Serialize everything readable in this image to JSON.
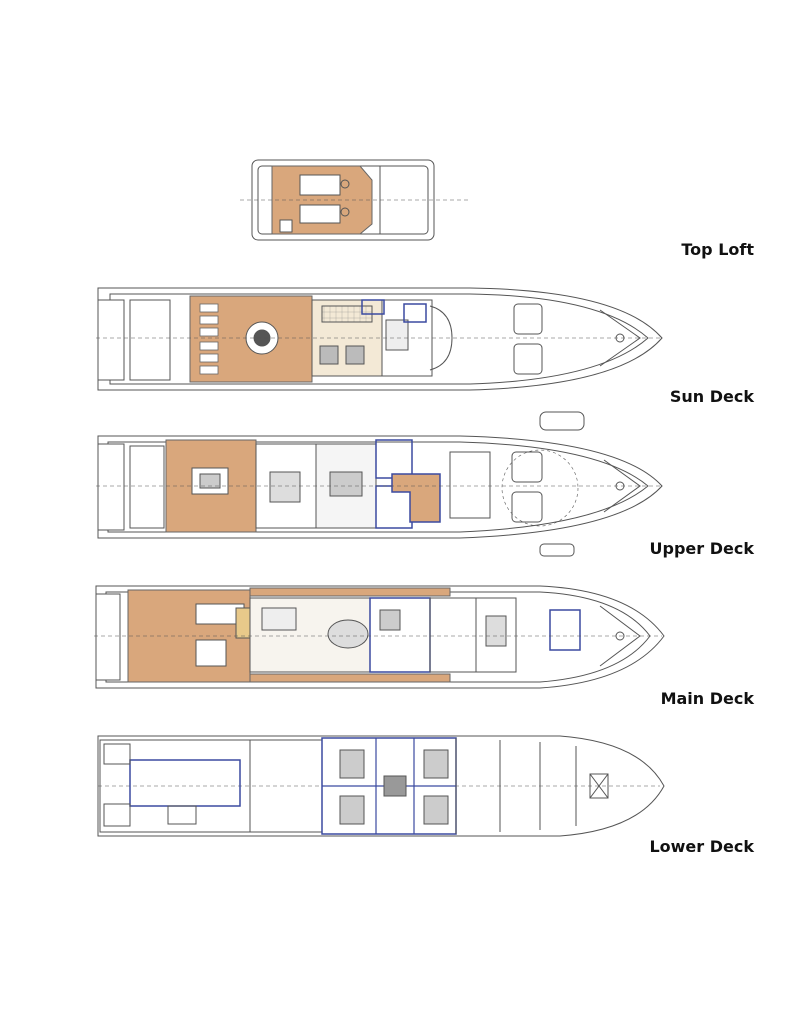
{
  "decks": [
    {
      "id": "top-loft",
      "label": "Top Loft"
    },
    {
      "id": "sun-deck",
      "label": "Sun Deck"
    },
    {
      "id": "upper-deck",
      "label": "Upper Deck"
    },
    {
      "id": "main-deck",
      "label": "Main Deck"
    },
    {
      "id": "lower-deck",
      "label": "Lower Deck"
    }
  ],
  "colors": {
    "wood": "#d9a77c",
    "line": "#555555",
    "blue": "#3b4aa0",
    "bg": "#ffffff"
  }
}
